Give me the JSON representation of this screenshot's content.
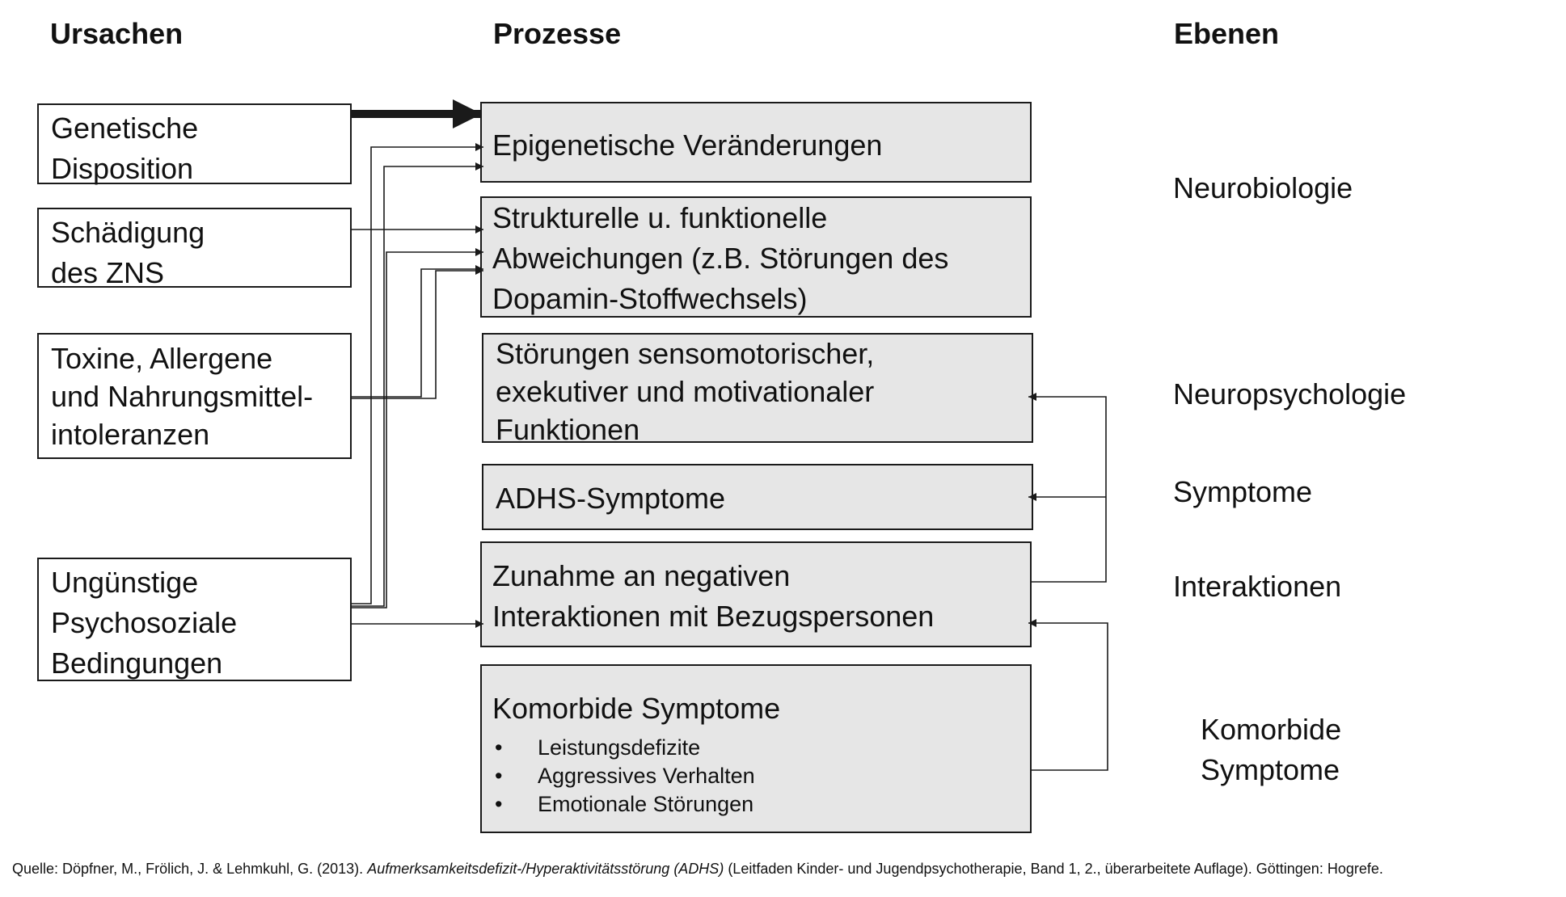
{
  "headers": {
    "causes": "Ursachen",
    "processes": "Prozesse",
    "levels": "Ebenen"
  },
  "causes": [
    {
      "line1": "Genetische",
      "line2": "Disposition"
    },
    {
      "line1": "Schädigung",
      "line2": "des ZNS"
    },
    {
      "line1": "Toxine, Allergene",
      "line2": "und Nahrungsmittel-",
      "line3": "intoleranzen"
    },
    {
      "line1": "Ungünstige",
      "line2": "Psychosoziale",
      "line3": "Bedingungen"
    }
  ],
  "processes": [
    {
      "line1": "Epigenetische Veränderungen"
    },
    {
      "line1": "Strukturelle u. funktionelle",
      "line2": "Abweichungen (z.B. Störungen des",
      "line3": "Dopamin-Stoffwechsels)"
    },
    {
      "line1": "Störungen sensomotorischer,",
      "line2": "exekutiver und motivationaler",
      "line3": "Funktionen"
    },
    {
      "line1": "ADHS-Symptome"
    },
    {
      "line1": "Zunahme an negativen",
      "line2": "Interaktionen mit Bezugspersonen"
    },
    {
      "line1": "Komorbide Symptome",
      "bullets": [
        "Leistungsdefizite",
        "Aggressives Verhalten",
        "Emotionale Störungen"
      ]
    }
  ],
  "levels": {
    "neurobiology": "Neurobiologie",
    "neuropsychology": "Neuropsychologie",
    "symptoms": "Symptome",
    "interactions": "Interaktionen",
    "comorbid_line1": "Komorbide",
    "comorbid_line2": "Symptome"
  },
  "source": {
    "prefix": "Quelle: Döpfner, M., Frölich, J. & Lehmkuhl, G. (2013). ",
    "title": "Aufmerksamkeitsdefizit-/Hyperaktivitätsstörung (ADHS)",
    "suffix": " (Leitfaden Kinder- und Jugendpsychotherapie, Band 1, 2., überarbeitete Auflage). Göttingen: Hogrefe."
  },
  "colors": {
    "process_fill": "#e6e6e6",
    "border": "#1a1a1a",
    "arrow": "#1a1a1a"
  }
}
